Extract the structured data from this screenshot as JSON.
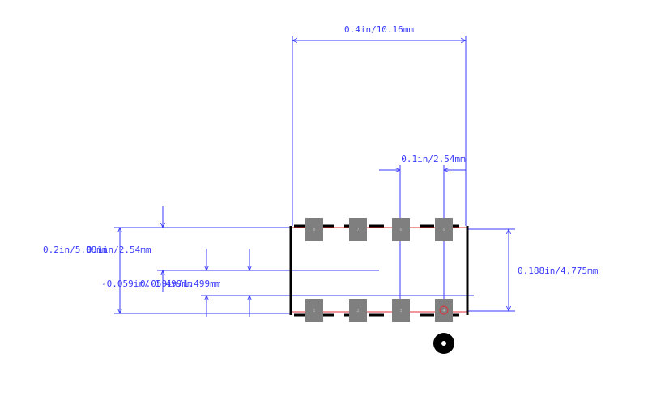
{
  "dimensions": {
    "overall_width": "0.4in/10.16mm",
    "pitch": "0.1in/2.54mm",
    "body_height": "0.188in/4.775mm",
    "row_spacing": "0.2in/5.08mm",
    "pad_offset": "0.1in/2.54mm",
    "pad_gap_a": "-0.059in/-1.499mm",
    "pad_gap_b": "0.059in/1.499mm"
  },
  "pads_top": [
    "8",
    "7",
    "6",
    "5"
  ],
  "pads_bottom": [
    "1",
    "2",
    "3",
    "4"
  ],
  "colors": {
    "dimension": "#3a3aff",
    "pad": "#7f7f7f",
    "outline": "#000000",
    "courtyard": "#e0303a"
  }
}
